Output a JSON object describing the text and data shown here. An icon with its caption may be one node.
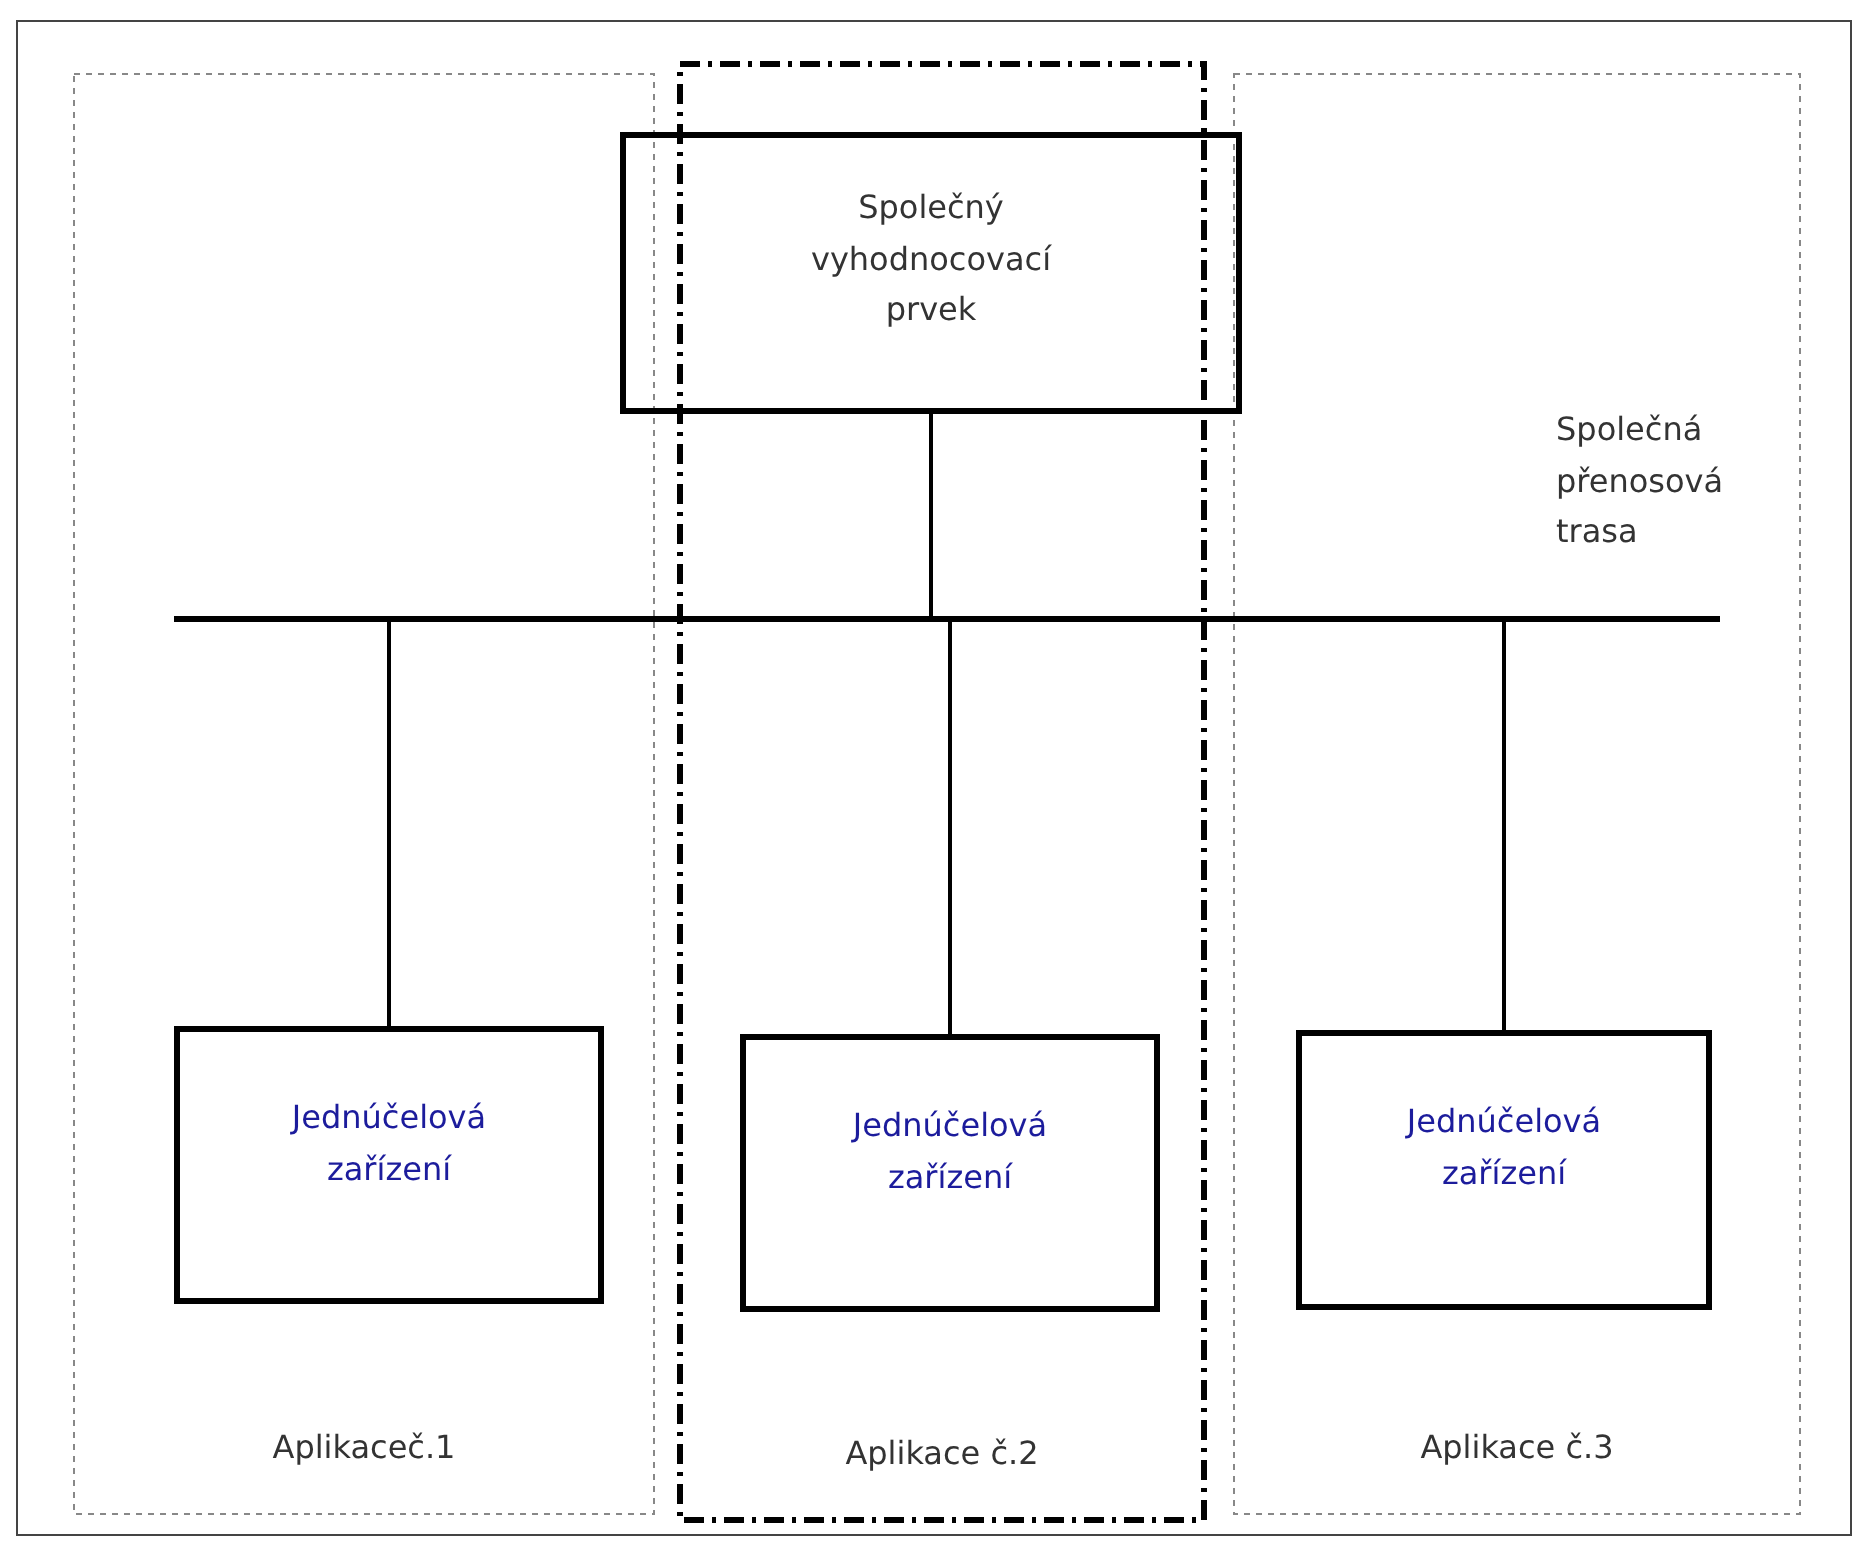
{
  "diagram": {
    "nodes": [
      {
        "text": [
          "Aplikaceč.1"
        ]
      },
      {
        "text": [
          "Aplikace č.2"
        ]
      },
      {
        "text": [
          "Aplikace č.3"
        ]
      },
      {
        "text": [
          "Společný vyhodnocovací prvek"
        ]
      },
      {
        "text": [],
        "shape": "bar",
        "beside": [
          "Společná přenosová trasa"
        ]
      },
      {
        "text": [
          "Jednúčelová zařízení"
        ],
        "in": 0
      },
      {
        "text": [
          "Jednúčelová zařízení"
        ],
        "in": 1
      },
      {
        "text": [
          "Jednúčelová zařízení"
        ],
        "in": 2
      }
    ],
    "edges": [
      {
        "from": 3,
        "to": 4,
        "arrow": "none"
      },
      {
        "from": 4,
        "to": 5,
        "arrow": "none"
      },
      {
        "from": 4,
        "to": 6,
        "arrow": "none"
      },
      {
        "from": 4,
        "to": 7,
        "arrow": "none"
      }
    ]
  }
}
